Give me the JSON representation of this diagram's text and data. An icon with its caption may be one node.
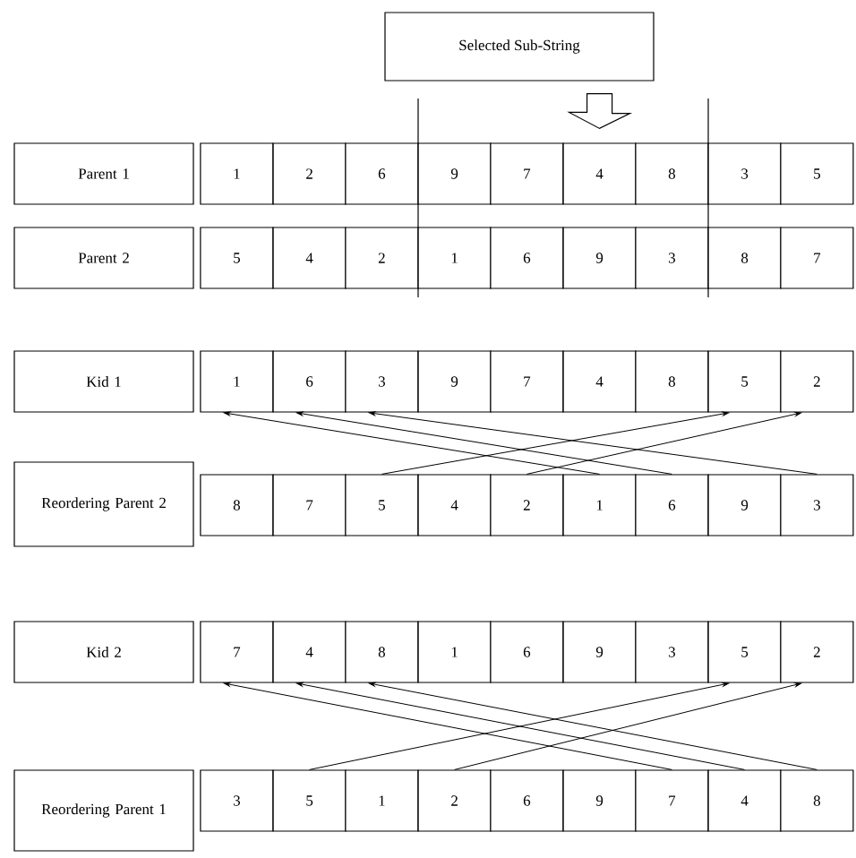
{
  "diagram": {
    "nodes": [
      {
        "text": [
          "Selected Sub-String"
        ]
      },
      {
        "text": [
          "Parent 1"
        ]
      },
      {
        "text": [
          "1"
        ]
      },
      {
        "text": [
          "2"
        ]
      },
      {
        "text": [
          "6"
        ]
      },
      {
        "text": [
          "9"
        ]
      },
      {
        "text": [
          "7"
        ]
      },
      {
        "text": [
          "4"
        ]
      },
      {
        "text": [
          "8"
        ]
      },
      {
        "text": [
          "3"
        ]
      },
      {
        "text": [
          "5"
        ]
      },
      {
        "text": [
          "Parent 2"
        ]
      },
      {
        "text": [
          "5"
        ]
      },
      {
        "text": [
          "4"
        ]
      },
      {
        "text": [
          "2"
        ]
      },
      {
        "text": [
          "1"
        ]
      },
      {
        "text": [
          "6"
        ]
      },
      {
        "text": [
          "9"
        ]
      },
      {
        "text": [
          "3"
        ]
      },
      {
        "text": [
          "8"
        ]
      },
      {
        "text": [
          "7"
        ]
      },
      {
        "text": [
          "Kid 1"
        ]
      },
      {
        "text": [
          "1"
        ]
      },
      {
        "text": [
          "6"
        ]
      },
      {
        "text": [
          "3"
        ]
      },
      {
        "text": [
          "9"
        ]
      },
      {
        "text": [
          "7"
        ]
      },
      {
        "text": [
          "4"
        ]
      },
      {
        "text": [
          "8"
        ]
      },
      {
        "text": [
          "5"
        ]
      },
      {
        "text": [
          "2"
        ]
      },
      {
        "text": [
          "Reordering Parent 2"
        ]
      },
      {
        "text": [
          "8"
        ]
      },
      {
        "text": [
          "7"
        ]
      },
      {
        "text": [
          "5"
        ]
      },
      {
        "text": [
          "4"
        ]
      },
      {
        "text": [
          "2"
        ]
      },
      {
        "text": [
          "1"
        ]
      },
      {
        "text": [
          "6"
        ]
      },
      {
        "text": [
          "9"
        ]
      },
      {
        "text": [
          "3"
        ]
      },
      {
        "text": [
          "Kid 2"
        ]
      },
      {
        "text": [
          "7"
        ]
      },
      {
        "text": [
          "4"
        ]
      },
      {
        "text": [
          "8"
        ]
      },
      {
        "text": [
          "1"
        ]
      },
      {
        "text": [
          "6"
        ]
      },
      {
        "text": [
          "9"
        ]
      },
      {
        "text": [
          "3"
        ]
      },
      {
        "text": [
          "5"
        ]
      },
      {
        "text": [
          "2"
        ]
      },
      {
        "text": [
          "Reordering Parent 1"
        ]
      },
      {
        "text": [
          "3"
        ]
      },
      {
        "text": [
          "5"
        ]
      },
      {
        "text": [
          "1"
        ]
      },
      {
        "text": [
          "2"
        ]
      },
      {
        "text": [
          "6"
        ]
      },
      {
        "text": [
          "9"
        ]
      },
      {
        "text": [
          "7"
        ]
      },
      {
        "text": [
          "4"
        ]
      },
      {
        "text": [
          "8"
        ]
      }
    ],
    "edges": [
      {
        "from": 0,
        "to": 7,
        "arrow": "to",
        "style": "thick"
      },
      {
        "from": 37,
        "to": 22,
        "arrow": "to"
      },
      {
        "from": 38,
        "to": 23,
        "arrow": "to"
      },
      {
        "from": 40,
        "to": 24,
        "arrow": "to"
      },
      {
        "from": 34,
        "to": 29,
        "arrow": "to"
      },
      {
        "from": 36,
        "to": 30,
        "arrow": "to"
      },
      {
        "from": 58,
        "to": 42,
        "arrow": "to"
      },
      {
        "from": 59,
        "to": 43,
        "arrow": "to"
      },
      {
        "from": 60,
        "to": 44,
        "arrow": "to"
      },
      {
        "from": 53,
        "to": 49,
        "arrow": "to"
      },
      {
        "from": 55,
        "to": 50,
        "arrow": "to"
      }
    ]
  }
}
